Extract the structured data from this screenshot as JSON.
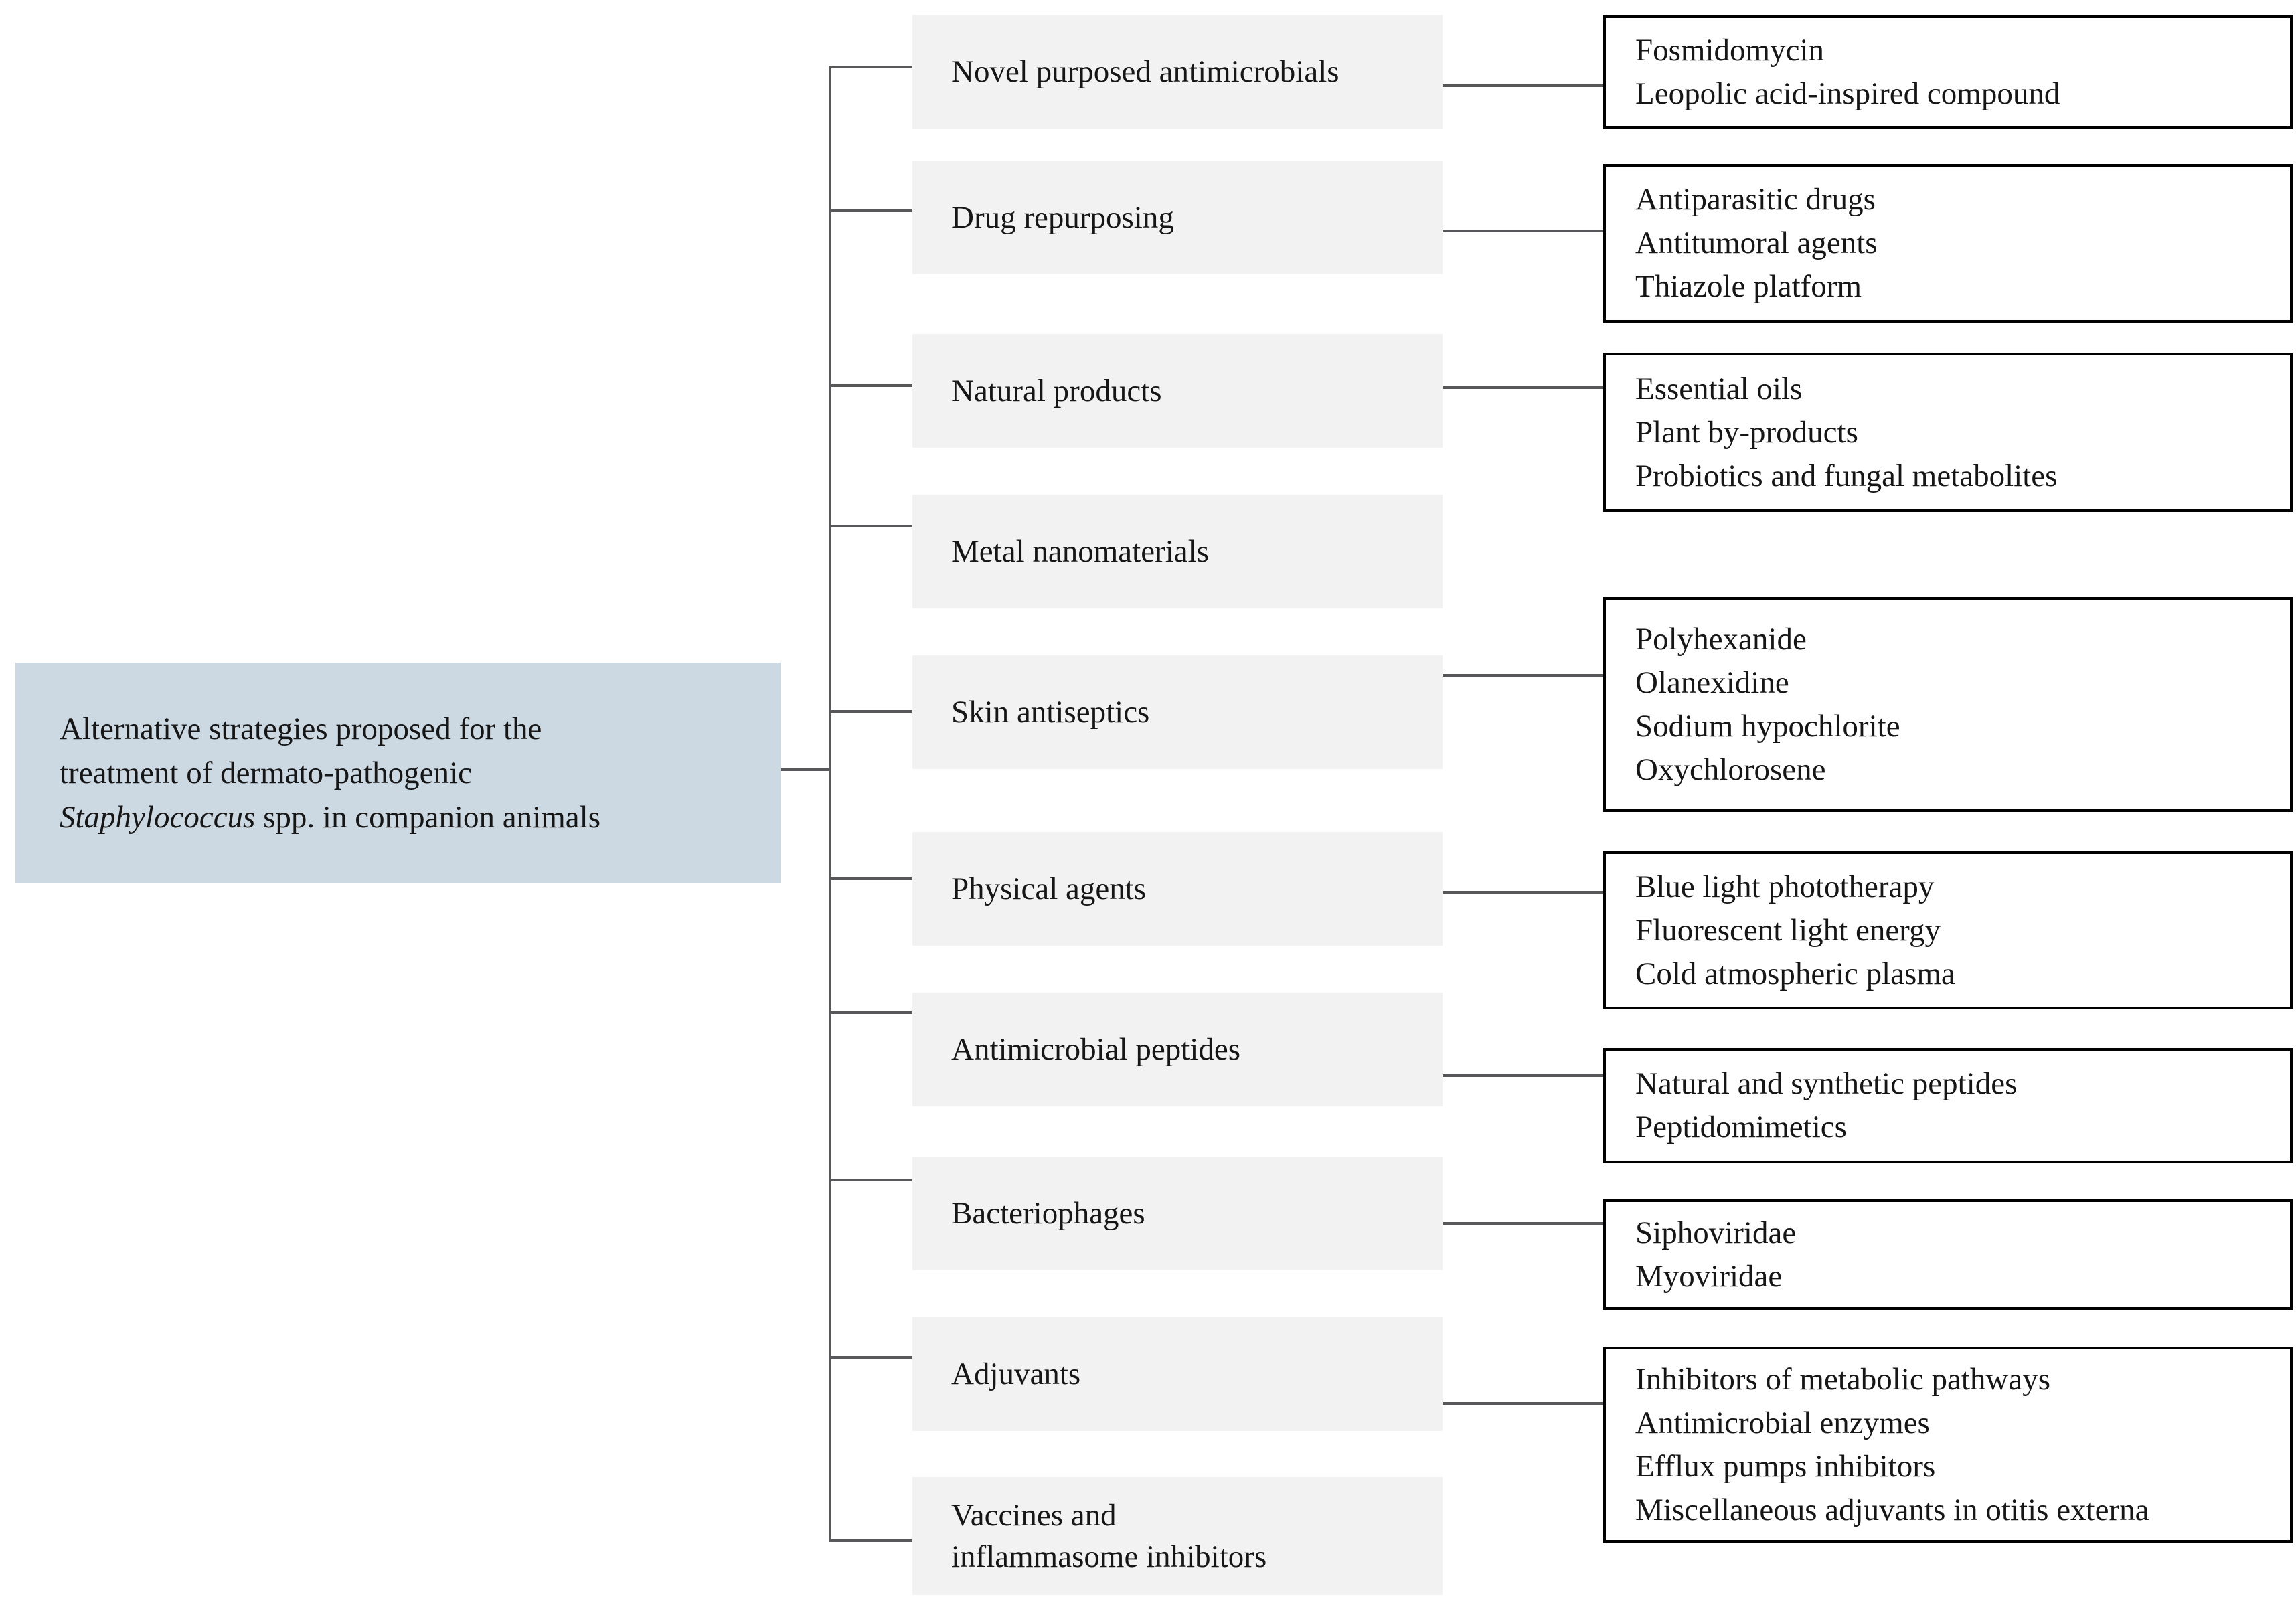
{
  "diagram_title": "Alternative strategies proposed for the treatment of dermato-pathogenic Staphylococcus spp. in companion animals",
  "root": {
    "line1": "Alternative strategies proposed for the",
    "line2": "treatment of dermato-pathogenic",
    "line3_italic": "Staphylococcus",
    "line3_rest": " spp. in companion animals"
  },
  "branches": [
    {
      "label": "Novel purposed antimicrobials",
      "details": [
        "Fosmidomycin",
        "Leopolic acid-inspired compound"
      ]
    },
    {
      "label": "Drug repurposing",
      "details": [
        "Antiparasitic drugs",
        "Antitumoral agents",
        "Thiazole platform"
      ]
    },
    {
      "label": "Natural products",
      "details": [
        "Essential oils",
        "Plant by-products",
        "Probiotics and fungal metabolites"
      ]
    },
    {
      "label": "Metal nanomaterials",
      "details": []
    },
    {
      "label": "Skin antiseptics",
      "details": [
        "Polyhexanide",
        "Olanexidine",
        "Sodium hypochlorite",
        "Oxychlorosene"
      ]
    },
    {
      "label": "Physical agents",
      "details": [
        "Blue light phototherapy",
        "Fluorescent light energy",
        "Cold atmospheric plasma"
      ]
    },
    {
      "label": "Antimicrobial peptides",
      "details": [
        "Natural and synthetic peptides",
        "Peptidomimetics"
      ]
    },
    {
      "label": "Bacteriophages",
      "details": [
        "Siphoviridae",
        "Myoviridae"
      ]
    },
    {
      "label": "Adjuvants",
      "details": [
        "Inhibitors of metabolic pathways",
        "Antimicrobial enzymes",
        "Efflux pumps inhibitors",
        "Miscellaneous adjuvants in otitis externa"
      ]
    },
    {
      "label": "Vaccines and\ninflammasome inhibitors",
      "details": []
    }
  ],
  "colors": {
    "root_box_fill": "#ccd8e2",
    "branch_box_fill": "#f2f2f2",
    "detail_box_border": "#000000",
    "connector_line": "#58585a",
    "text": "#161616",
    "background": "#ffffff"
  }
}
